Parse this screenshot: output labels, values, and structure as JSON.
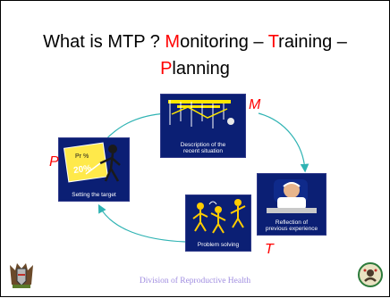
{
  "title": {
    "line1_prefix": "What is MTP ? ",
    "m_letter": "M",
    "m_rest": "onitoring – ",
    "t_letter": "T",
    "t_rest": "raining –",
    "p_letter": "P",
    "p_rest": "lanning"
  },
  "cycle": {
    "monitoring": {
      "letter": "M",
      "caption_line1": "Description of the",
      "caption_line2": "recent situation"
    },
    "reflection": {
      "caption_line1": "Reflection of",
      "caption_line2": "previous experience"
    },
    "training": {
      "letter": "T",
      "caption": "Problem solving"
    },
    "planning": {
      "letter": "P",
      "caption": "Setting the target",
      "chart_text": "20%",
      "chart_text_small": "Pr %"
    }
  },
  "footer": {
    "text": "Division of Reproductive Health"
  },
  "colors": {
    "accent": "#ff0000",
    "card_bg": "#0b1f74",
    "arrow": "#2fb3b3",
    "footer_text": "#9f8ce0"
  }
}
